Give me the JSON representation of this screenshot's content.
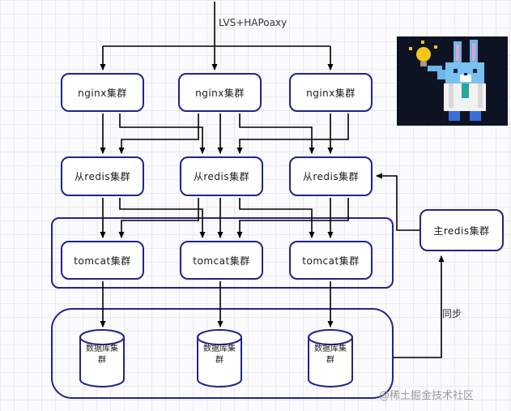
{
  "diagram": {
    "top_label": "LVS+HAPoaxy",
    "sync_label": "同步",
    "nginx_clusters": [
      {
        "label": "nginx集群"
      },
      {
        "label": "nginx集群"
      },
      {
        "label": "nginx集群"
      }
    ],
    "redis_clusters": [
      {
        "label": "从redis集群"
      },
      {
        "label": "从redis集群"
      },
      {
        "label": "从redis集群"
      }
    ],
    "tomcat_clusters": [
      {
        "label": "tomcat集群"
      },
      {
        "label": "tomcat集群"
      },
      {
        "label": "tomcat集群"
      }
    ],
    "db_clusters": [
      {
        "label": "数据库集群"
      },
      {
        "label": "数据库集群"
      },
      {
        "label": "数据库集群"
      }
    ],
    "master_redis": {
      "label": "主redis集群"
    }
  },
  "watermark": "@稀土掘金技术社区",
  "mascot": {
    "name": "juejin-pixel-mascot"
  },
  "colors": {
    "box_border": "#23238e",
    "arrow": "#000000",
    "grid_line": "#e9e9f0",
    "background": "#fbfbfd",
    "watermark_text": "#9b9b9b"
  }
}
